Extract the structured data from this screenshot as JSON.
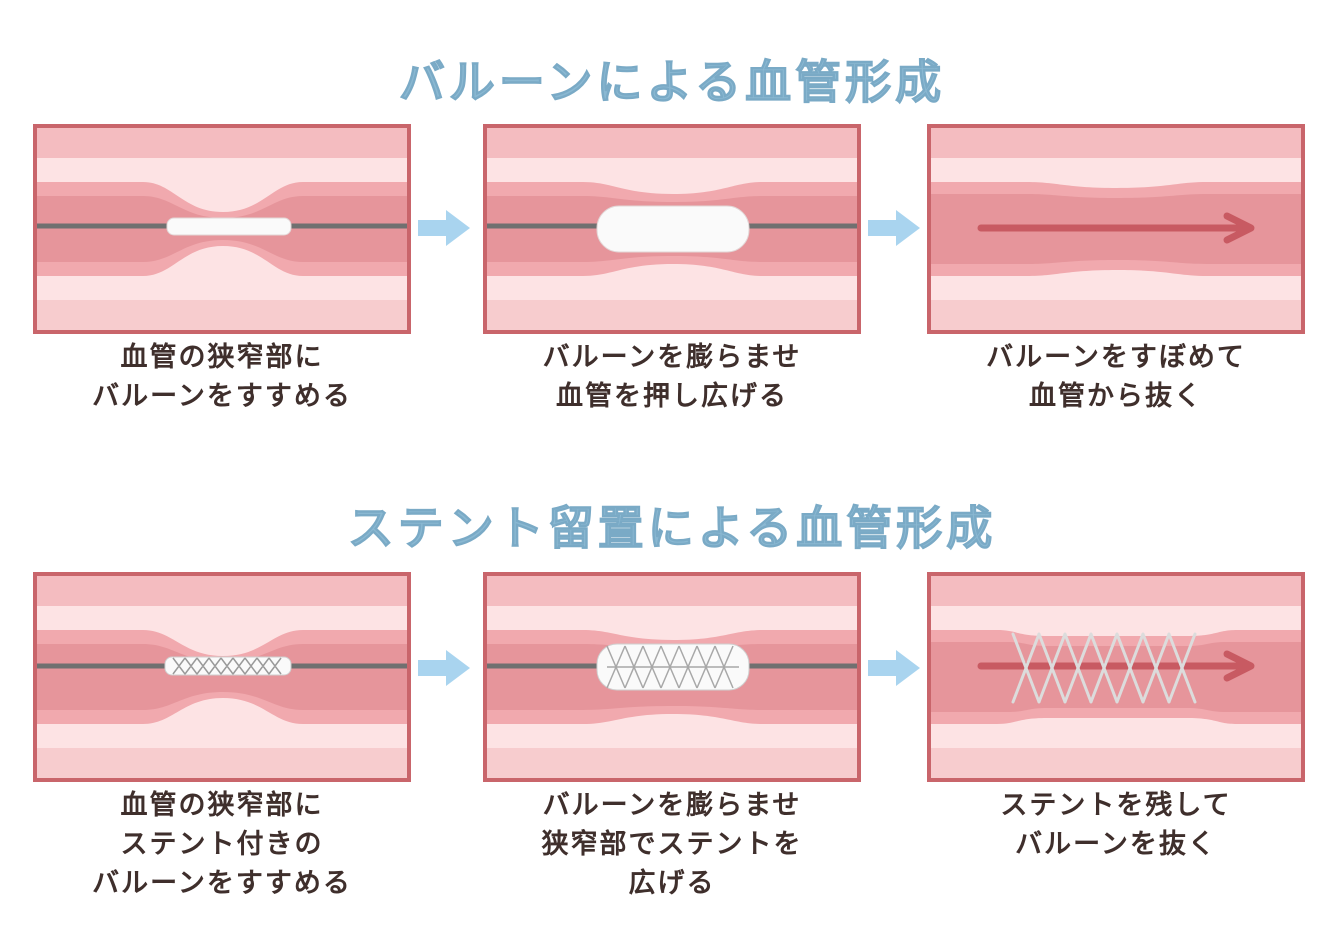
{
  "sections": [
    {
      "title": "バルーンによる血管形成",
      "steps": [
        {
          "caption": [
            "血管の狭窄部に",
            "バルーンをすすめる"
          ]
        },
        {
          "caption": [
            "バルーンを膨らませ",
            "血管を押し広げる"
          ]
        },
        {
          "caption": [
            "バルーンをすぼめて",
            "血管から抜く"
          ]
        }
      ]
    },
    {
      "title": "ステント留置による血管形成",
      "steps": [
        {
          "caption": [
            "血管の狭窄部に",
            "ステント付きの",
            "バルーンをすすめる"
          ]
        },
        {
          "caption": [
            "バルーンを膨らませ",
            "狭窄部でステントを",
            "広げる"
          ]
        },
        {
          "caption": [
            "ステントを残して",
            "バルーンを抜く"
          ]
        }
      ]
    }
  ],
  "colors": {
    "title": "#8ab8d2",
    "caption": "#3f2f2c",
    "vessel_border": "#c9656b",
    "vessel_wall": "#f6c9cc",
    "vessel_inner_wall": "#f1a9ae",
    "lumen": "#e6959b",
    "wire": "#707070",
    "balloon": "#fafafa",
    "flow_arrow": "#c85a62",
    "step_arrow": "#a9d4ef"
  }
}
